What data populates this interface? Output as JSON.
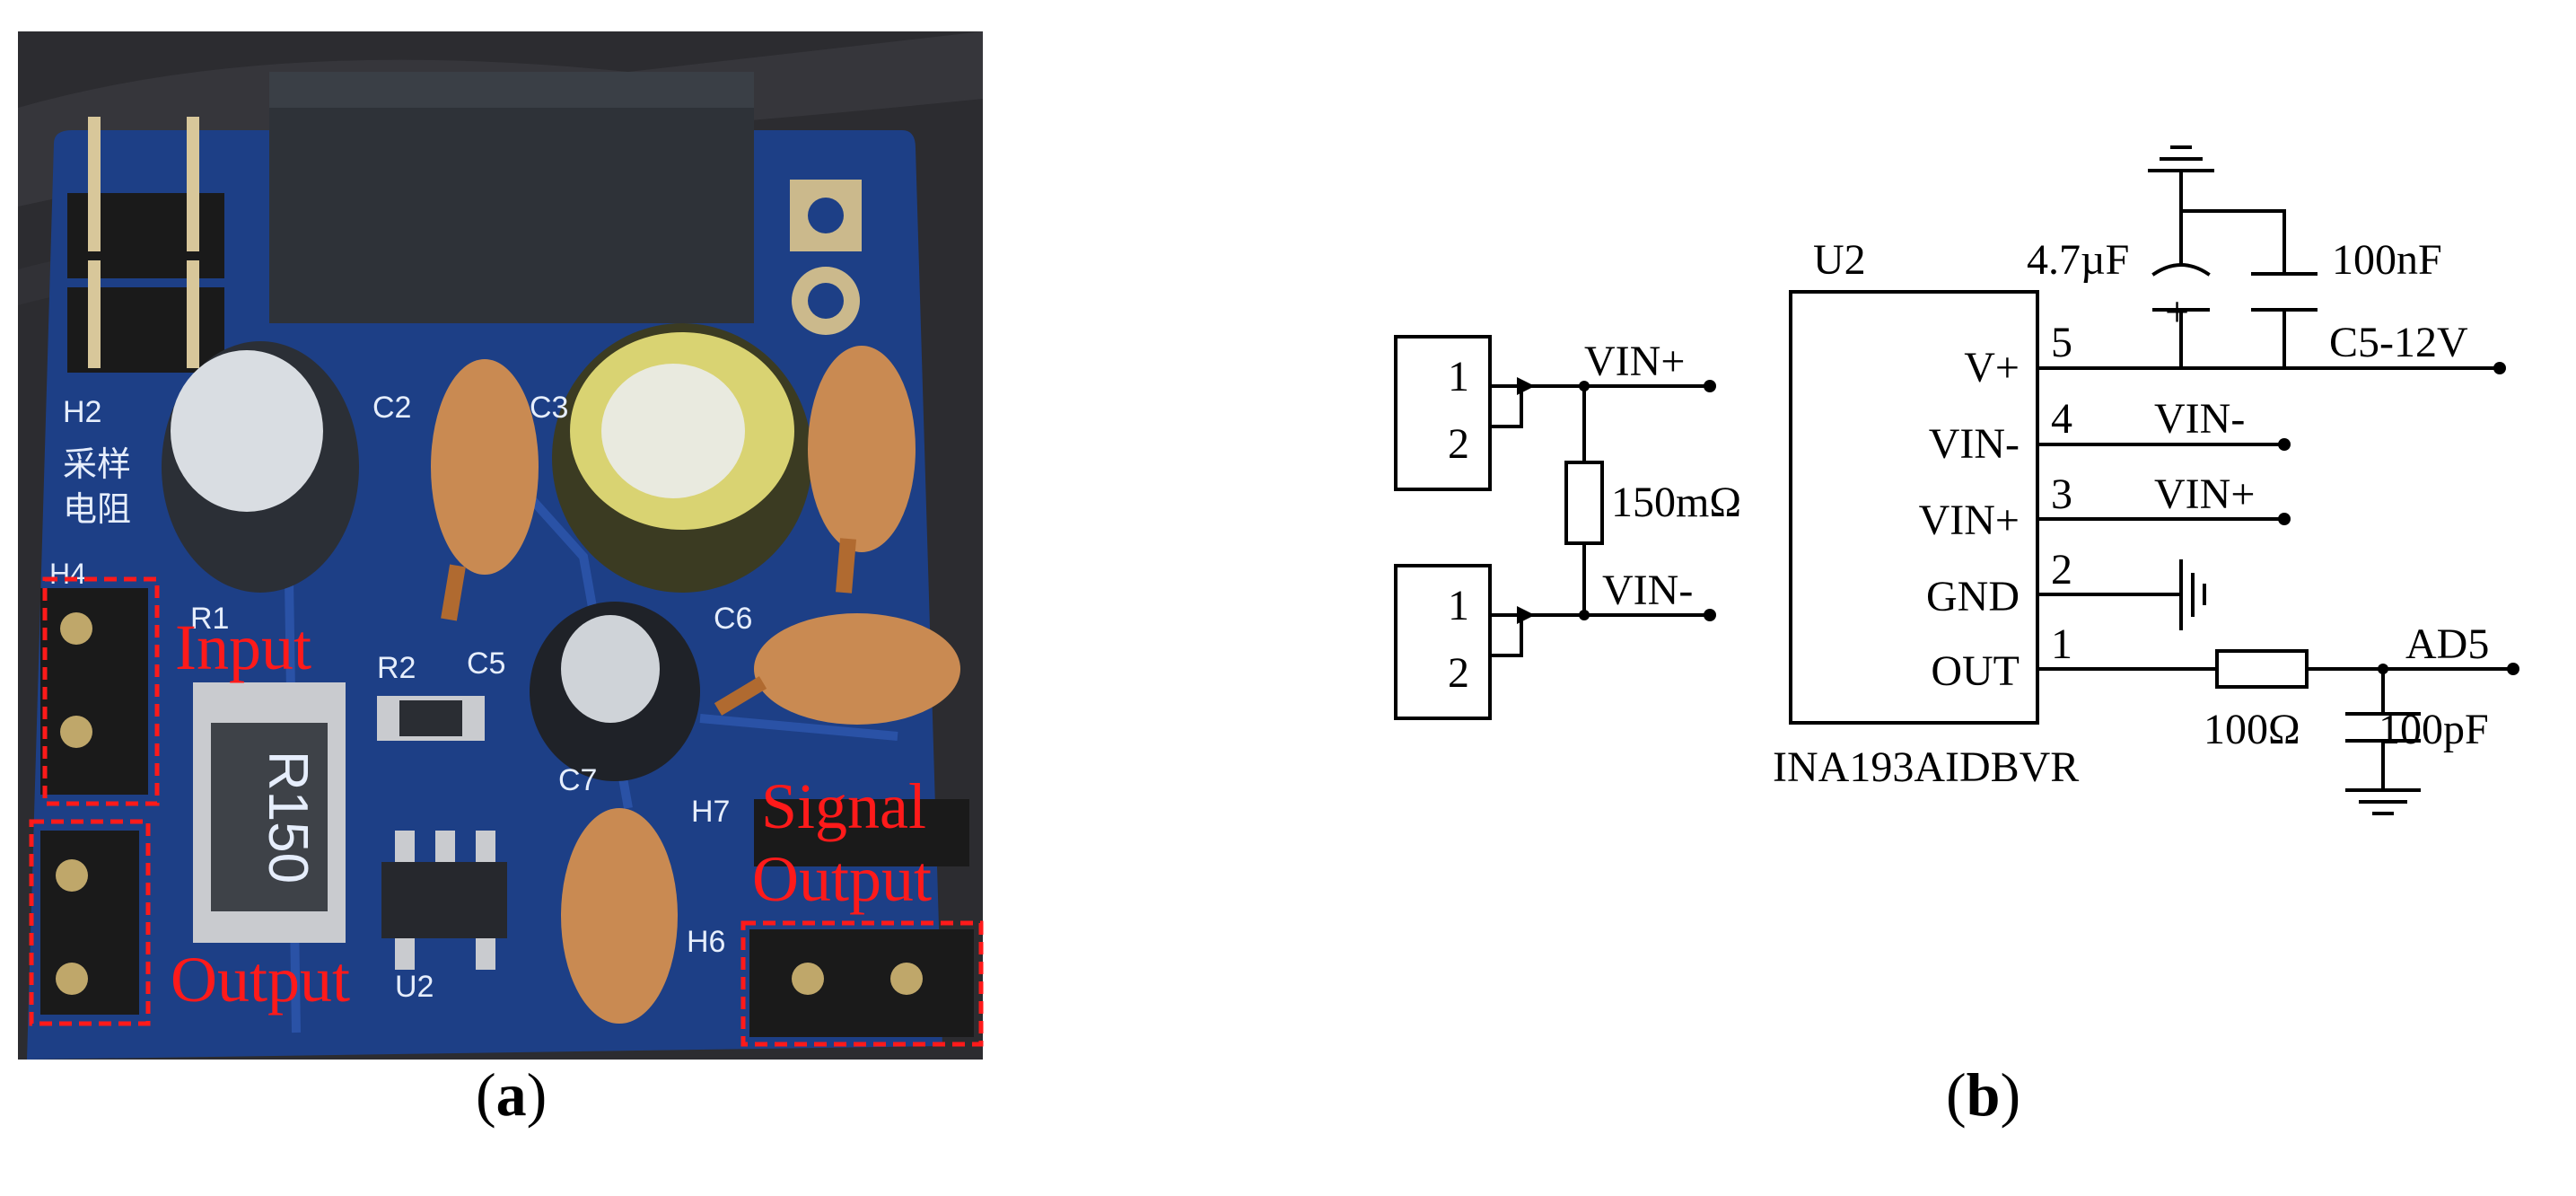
{
  "panel_a": {
    "caption_letter": "a",
    "annotations": {
      "input": "Input",
      "output": "Output",
      "signal_output_line1": "Signal",
      "signal_output_line2": "Output"
    },
    "silkscreen": {
      "h2": "H2",
      "h4": "H4",
      "h6": "H6",
      "h7": "H7",
      "r1": "R1",
      "r2": "R2",
      "c2": "C2",
      "c3": "C3",
      "c5": "C5",
      "c6": "C6",
      "c7": "C7",
      "u2": "U2",
      "resistor_marking": "R150",
      "sample_resistor_cn_line1": "采样",
      "sample_resistor_cn_line2": "电阻"
    }
  },
  "panel_b": {
    "caption_letter": "b",
    "ic": {
      "ref": "U2",
      "part": "INA193AIDBVR",
      "pins": [
        {
          "num": "5",
          "name": "V+"
        },
        {
          "num": "4",
          "name": "VIN-"
        },
        {
          "num": "3",
          "name": "VIN+"
        },
        {
          "num": "2",
          "name": "GND"
        },
        {
          "num": "1",
          "name": "OUT"
        }
      ]
    },
    "connector_top": {
      "pin1": "1",
      "pin2": "2",
      "net": "VIN+"
    },
    "connector_bottom": {
      "pin1": "1",
      "pin2": "2",
      "net": "VIN-"
    },
    "shunt_resistor": "150mΩ",
    "cap_electrolytic": "4.7µF",
    "cap_polarity": "+",
    "cap_ceramic": "100nF",
    "supply_net": "C5-12V",
    "pin4_net": "VIN-",
    "pin3_net": "VIN+",
    "output_resistor": "100Ω",
    "output_cap": "100pF",
    "output_net": "AD5"
  },
  "colors": {
    "pcb_blue": "#1d3f86",
    "annotation_red": "#ff1a1a",
    "ceramic_cap": "#c98a52",
    "relay_black": "#2e3238"
  }
}
